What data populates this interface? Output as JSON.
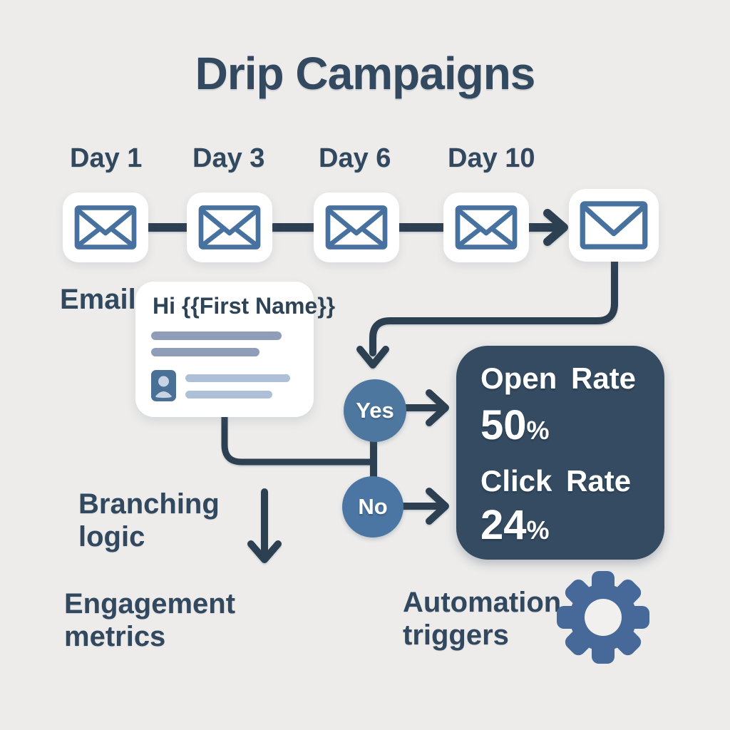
{
  "page": {
    "title": "Drip Campaigns",
    "background_color": "#edeceb",
    "navy_color": "#32485e",
    "blue_color": "#4b74a1",
    "panel_color": "#344b61",
    "line_color": "#2d4052"
  },
  "timeline": {
    "days": [
      "Day 1",
      "Day 3",
      "Day 6",
      "Day 10"
    ],
    "email_label": "Email"
  },
  "email_card": {
    "greeting": "Hi {{First Name}}"
  },
  "branch": {
    "yes_label": "Yes",
    "no_label": "No"
  },
  "metrics_panel": {
    "open_rate_label": "Open Rate",
    "open_rate_value": "50",
    "click_rate_label": "Click Rate",
    "click_rate_value": "24",
    "percent_sign": "%"
  },
  "captions": {
    "branching_line1": "Branching",
    "branching_line2": "logic",
    "engagement_line1": "Engagement",
    "engagement_line2": "metrics",
    "automation_line1": "Automation",
    "automation_line2": "triggers"
  }
}
